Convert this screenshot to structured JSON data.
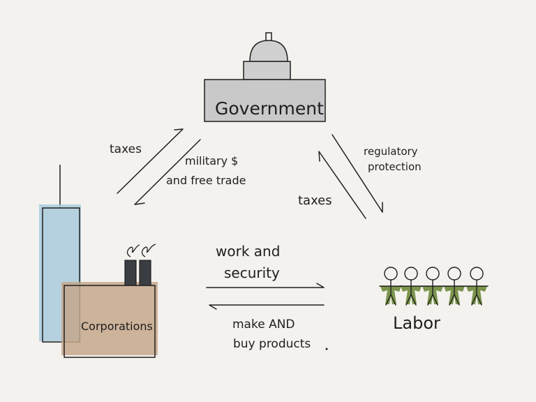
{
  "nodes": {
    "government": "Government",
    "corporations": "Corporations",
    "labor": "Labor"
  },
  "edges": {
    "corp_to_gov": "taxes",
    "gov_to_corp_line1": "military $",
    "gov_to_corp_line2": "and free trade",
    "gov_to_labor_line1": "regulatory",
    "gov_to_labor_line2": "protection",
    "labor_to_gov": "taxes",
    "corp_to_labor_line1": "work and",
    "corp_to_labor_line2": "security",
    "labor_to_corp_line1": "make AND",
    "labor_to_corp_line2": "buy products"
  },
  "colors": {
    "background": "#f4f2ee",
    "ink": "#1e1e1e",
    "government_fill": "#c9c9c9",
    "tower_fill": "#a9cbdd",
    "corporation_fill": "#c4a88b",
    "labor_fill": "#6e8a3a",
    "chimney_fill": "#3a3d42"
  },
  "icons": {
    "government": "capitol-building-icon",
    "corporations": "skyscraper-and-factory-icon",
    "labor": "group-of-workers-icon"
  }
}
